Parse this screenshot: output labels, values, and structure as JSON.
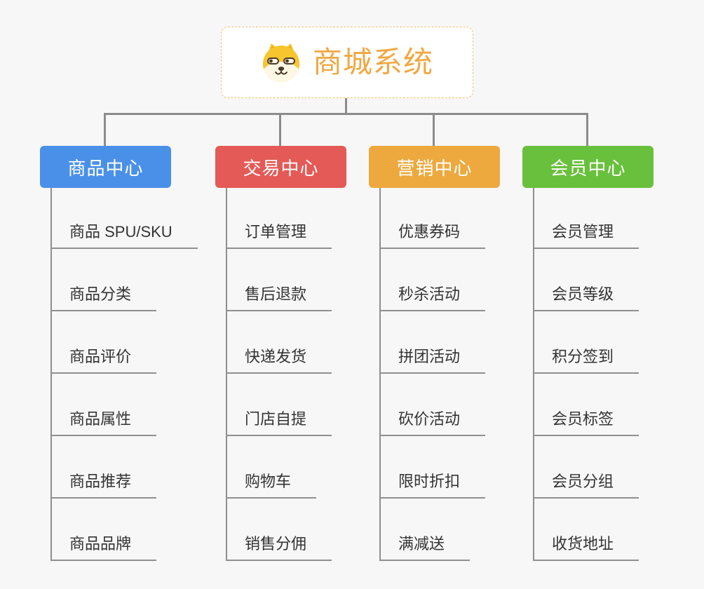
{
  "root": {
    "title": "商城系统",
    "icon": "dog-face-icon"
  },
  "branches": [
    {
      "label": "商品中心",
      "color": "#4a90e8",
      "children": [
        "商品 SPU/SKU",
        "商品分类",
        "商品评价",
        "商品属性",
        "商品推荐",
        "商品品牌"
      ]
    },
    {
      "label": "交易中心",
      "color": "#e45a56",
      "children": [
        "订单管理",
        "售后退款",
        "快递发货",
        "门店自提",
        "购物车",
        "销售分佣"
      ]
    },
    {
      "label": "营销中心",
      "color": "#eda93d",
      "children": [
        "优惠券码",
        "秒杀活动",
        "拼团活动",
        "砍价活动",
        "限时折扣",
        "满减送"
      ]
    },
    {
      "label": "会员中心",
      "color": "#69c03c",
      "children": [
        "会员管理",
        "会员等级",
        "积分签到",
        "会员标签",
        "会员分组",
        "收货地址"
      ]
    }
  ],
  "colors": {
    "background": "#f7f7f7",
    "connector": "#8c8c8c",
    "underline": "#8f8f8f",
    "root_title": "#f0a843",
    "root_border": "#f0c27a",
    "leaf_text": "#333333"
  }
}
